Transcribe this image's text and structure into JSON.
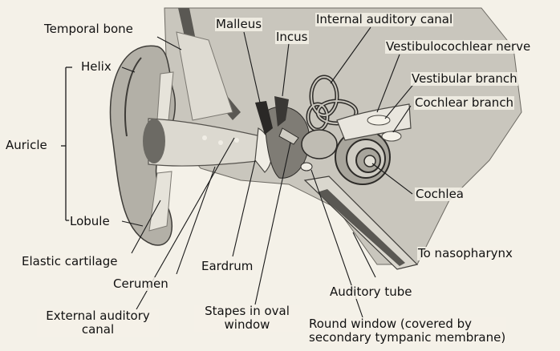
{
  "labels": {
    "temporal_bone": "Temporal bone",
    "malleus": "Malleus",
    "incus": "Incus",
    "internal_auditory_canal": "Internal auditory canal",
    "vestibulocochlear_nerve": "Vestibulocochlear nerve",
    "vestibular_branch": "Vestibular branch",
    "cochlear_branch": "Cochlear branch",
    "helix": "Helix",
    "auricle": "Auricle",
    "lobule": "Lobule",
    "cochlea": "Cochlea",
    "to_nasopharynx": "To nasopharynx",
    "elastic_cartilage": "Elastic cartilage",
    "cerumen": "Cerumen",
    "eardrum": "Eardrum",
    "auditory_tube": "Auditory tube",
    "external_auditory_canal_1": "External auditory",
    "external_auditory_canal_2": "canal",
    "stapes_1": "Stapes in oval",
    "stapes_2": "window",
    "round_window_1": "Round window (covered by",
    "round_window_2": "secondary tympanic membrane)"
  },
  "colors": {
    "background": "#f4f1e8",
    "tissue": "#b9b6ad",
    "tissue_dark": "#8d8a82",
    "bone": "#d8d5cc",
    "line": "#1a1a1a"
  }
}
